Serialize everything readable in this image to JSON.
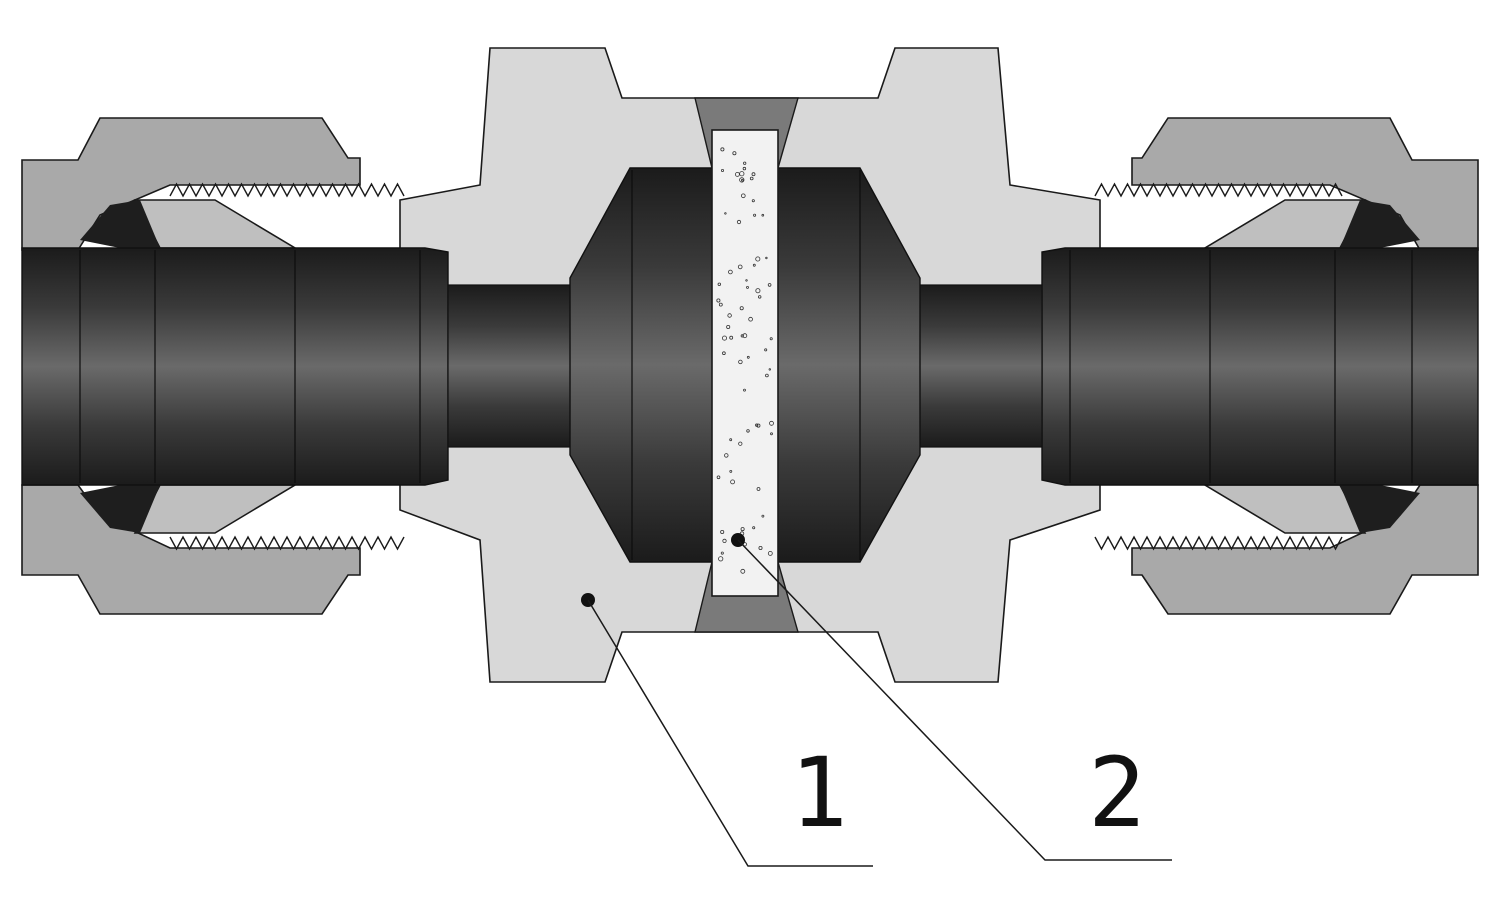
{
  "diagram": {
    "callouts": [
      {
        "id": "1",
        "label": "1"
      },
      {
        "id": "2",
        "label": "2"
      }
    ],
    "colors": {
      "body": "#d8d8d8",
      "nut": "#a9a9a9",
      "tube": "#2b2b2b",
      "gasket": "#7a7a7a",
      "filter": "#f2f2f2",
      "outline": "#1a1a1a"
    }
  }
}
